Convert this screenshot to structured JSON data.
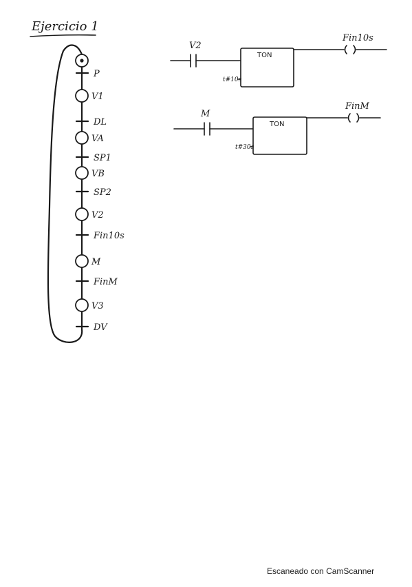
{
  "title": "Ejercicio 1",
  "grafcet": {
    "steps": [
      {
        "label": "",
        "initial": true
      },
      {
        "label": "V1",
        "initial": false
      },
      {
        "label": "VA",
        "initial": false
      },
      {
        "label": "VB",
        "initial": false
      },
      {
        "label": "V2",
        "initial": false
      },
      {
        "label": "M",
        "initial": false
      },
      {
        "label": "V3",
        "initial": false
      }
    ],
    "transitions": [
      "P",
      "DL",
      "SP1",
      "SP2",
      "Fin10s",
      "FinM",
      "DV"
    ]
  },
  "ladder": [
    {
      "contact": "V2",
      "block": "TON",
      "preset": "t#10s",
      "coil": "Fin10s"
    },
    {
      "contact": "M",
      "block": "TON",
      "preset": "t#30s",
      "coil": "FinM"
    }
  ],
  "footer": "Escaneado con CamScanner"
}
